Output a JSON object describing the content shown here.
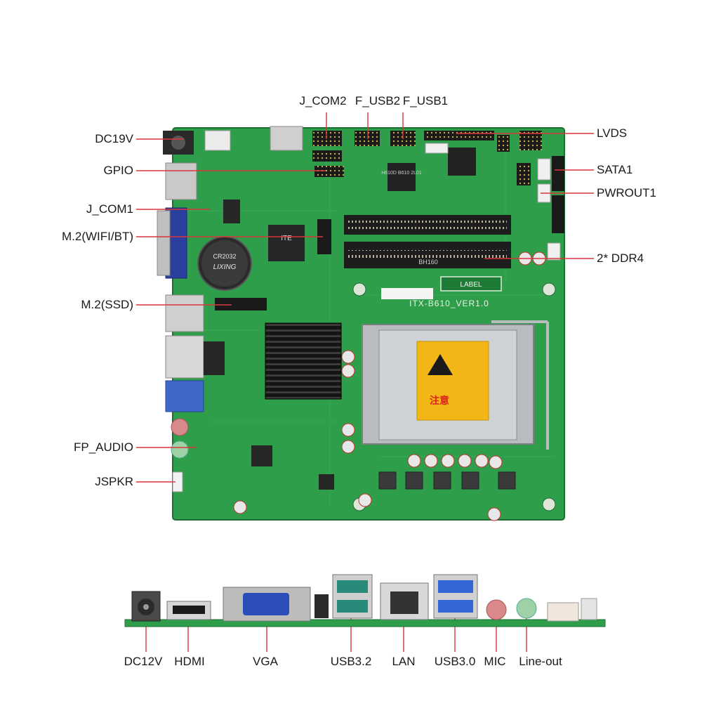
{
  "board": {
    "silkscreen_model": "ITX-B610_VER1.0",
    "label_sticker": "LABEL",
    "chip_text": "H610D B610 2L01",
    "slot_text": "BH160",
    "io_chip": "ITE",
    "battery_text": "CR2032",
    "battery_brand": "LIXING",
    "warning_text": "注意",
    "colors": {
      "pcb": "#2f9e4a",
      "pcb_dark": "#247a39",
      "heatsink": "#1c1c1c",
      "socket": "#b8bcbf",
      "warning": "#f2b716",
      "line": "#d9373a"
    }
  },
  "top_labels_left": [
    "DC19V",
    "GPIO",
    "J_COM1",
    "M.2(WIFI/BT)",
    "M.2(SSD)",
    "FP_AUDIO",
    "JSPKR"
  ],
  "top_labels_top": [
    "J_COM2",
    "F_USB2",
    "F_USB1"
  ],
  "top_labels_right": [
    "LVDS",
    "SATA1",
    "PWROUT1",
    "2* DDR4"
  ],
  "bottom_labels": [
    "DC12V",
    "HDMI",
    "VGA",
    "USB3.2",
    "LAN",
    "USB3.0",
    "MIC",
    "Line-out"
  ]
}
